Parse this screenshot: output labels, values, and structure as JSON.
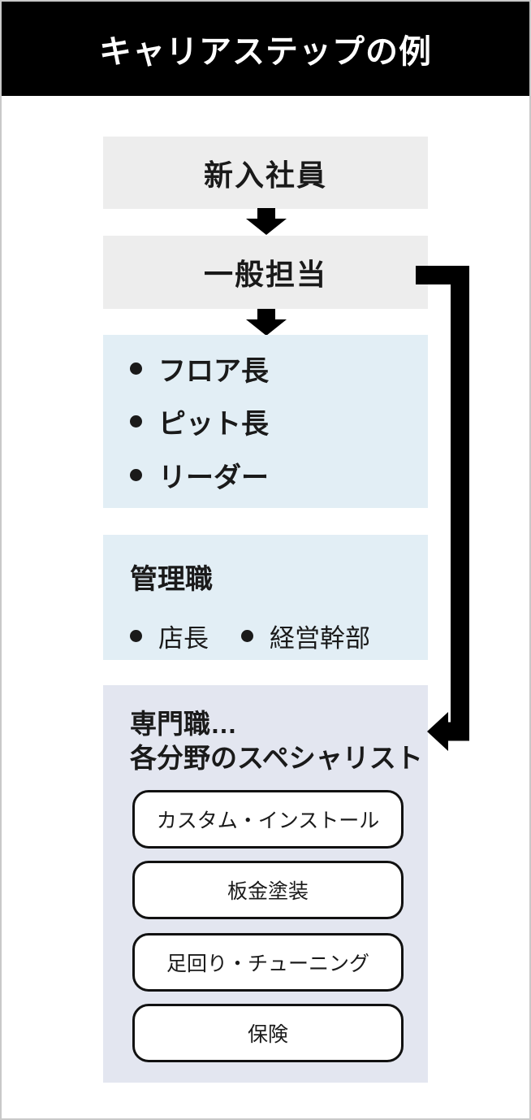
{
  "header": {
    "title": "キャリアステップの例"
  },
  "steps": {
    "step1": "新入社員",
    "step2": "一般担当"
  },
  "leaders": {
    "items": [
      "フロア長",
      "ピット長",
      "リーダー"
    ]
  },
  "management": {
    "title": "管理職",
    "items": [
      "店長",
      "経営幹部"
    ]
  },
  "specialist": {
    "title_line1": "専門職…",
    "title_line2": "各分野のスペシャリスト",
    "items": [
      "カスタム・インストール",
      "板金塗装",
      "足回り・チューニング",
      "保険"
    ]
  },
  "colors": {
    "header_bg": "#000000",
    "header_text": "#ffffff",
    "step_box_bg": "#ededed",
    "team_box_bg": "#e2eef5",
    "specialist_box_bg": "#e3e6f0",
    "arrow": "#000000",
    "card_bg": "#ffffff",
    "card_border": "#111111",
    "page_border": "#c9c9c9",
    "text": "#1a1a1a"
  }
}
